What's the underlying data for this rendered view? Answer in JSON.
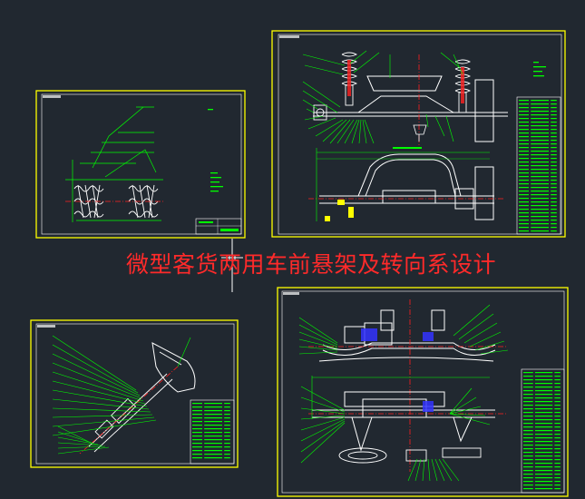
{
  "title": "微型客货两用车前悬架及转向系设计",
  "colors": {
    "background": "#212830",
    "frame_outer": "#ffff00",
    "frame_inner": "#ffffff",
    "leader": "#00ff00",
    "geometry": "#ffffff",
    "center_line": "#ff2020",
    "accent": "#3333ff",
    "title": "#ff2a2a"
  },
  "sheets": [
    {
      "id": "spring-drawing"
    },
    {
      "id": "front-suspension-assembly"
    },
    {
      "id": "steering-column-assembly"
    },
    {
      "id": "steering-system-assembly"
    }
  ]
}
